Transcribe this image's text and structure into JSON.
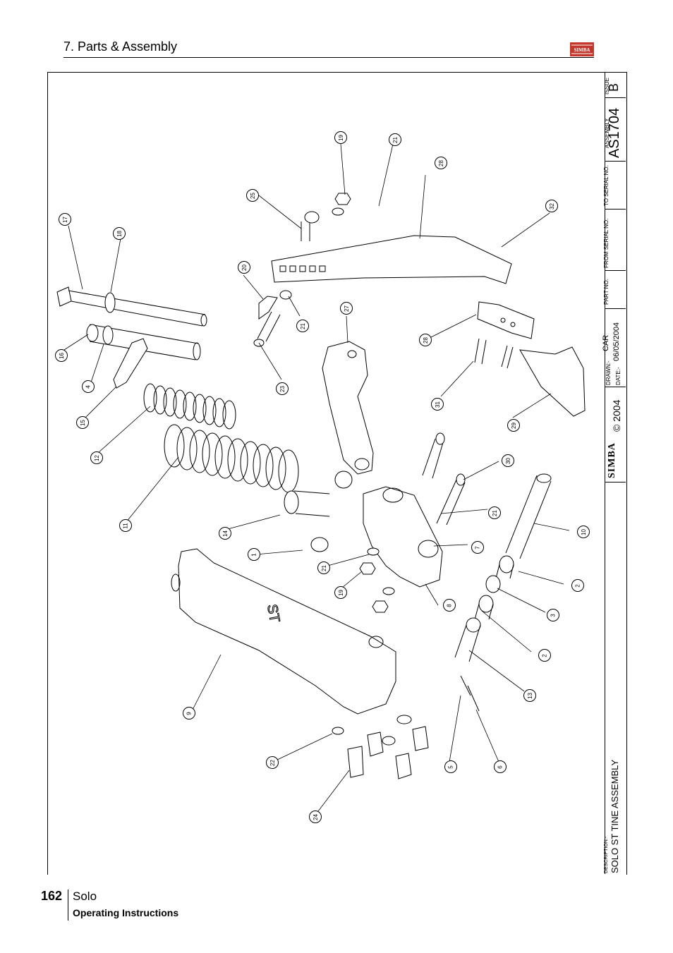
{
  "header": {
    "section_title": "7. Parts & Assembly",
    "logo_text": "SIMBA"
  },
  "title_block": {
    "issue_label": "ISSUE",
    "issue_value": "B",
    "assembly_label": "ASSEMBLY",
    "assembly_value": "AS1704",
    "to_serial_label": "TO SERIAL NO.",
    "from_serial_label": "FROM SERIAL NO.",
    "part_no_label": "PART NO.",
    "drawn_label": "DRAWN:-",
    "drawn_value": "CAR",
    "date_label": "DATE:-",
    "date_value": "06/05/2004",
    "copyright": "© 2004",
    "logo_text": "SIMBA",
    "description_label": "DESCRIPTION:-",
    "description_value": "SOLO ST TINE ASSEMBLY"
  },
  "callouts": [
    "1",
    "2",
    "2",
    "3",
    "4",
    "5",
    "6",
    "7",
    "8",
    "9",
    "10",
    "11",
    "12",
    "13",
    "14",
    "15",
    "16",
    "17",
    "18",
    "19",
    "19",
    "20",
    "21",
    "21",
    "21",
    "21",
    "22",
    "23",
    "24",
    "25",
    "27",
    "28",
    "28",
    "29",
    "30",
    "31",
    "32"
  ],
  "footer": {
    "page_number": "162",
    "product": "Solo",
    "doc_type": "Operating Instructions"
  }
}
